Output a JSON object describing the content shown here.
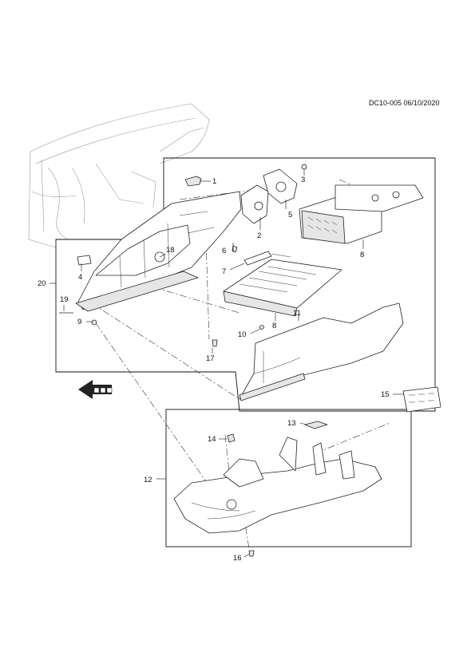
{
  "document": {
    "code": "DC10-005 06/10/2020"
  },
  "callouts": [
    {
      "id": "c1",
      "text": "1"
    },
    {
      "id": "c2",
      "text": "2"
    },
    {
      "id": "c3",
      "text": "3"
    },
    {
      "id": "c4",
      "text": "4"
    },
    {
      "id": "c5",
      "text": "5"
    },
    {
      "id": "c6",
      "text": "6"
    },
    {
      "id": "c7",
      "text": "7"
    },
    {
      "id": "c8a",
      "text": "8"
    },
    {
      "id": "c8b",
      "text": "8"
    },
    {
      "id": "c9",
      "text": "9"
    },
    {
      "id": "c10",
      "text": "10"
    },
    {
      "id": "c11",
      "text": "11"
    },
    {
      "id": "c12",
      "text": "12"
    },
    {
      "id": "c13",
      "text": "13"
    },
    {
      "id": "c14",
      "text": "14"
    },
    {
      "id": "c15",
      "text": "15"
    },
    {
      "id": "c16",
      "text": "16"
    },
    {
      "id": "c17",
      "text": "17"
    },
    {
      "id": "c18",
      "text": "18"
    },
    {
      "id": "c19",
      "text": "19"
    },
    {
      "id": "c20",
      "text": "20"
    }
  ],
  "icons": {
    "orientation": "vehicle-front-arrow-icon"
  }
}
